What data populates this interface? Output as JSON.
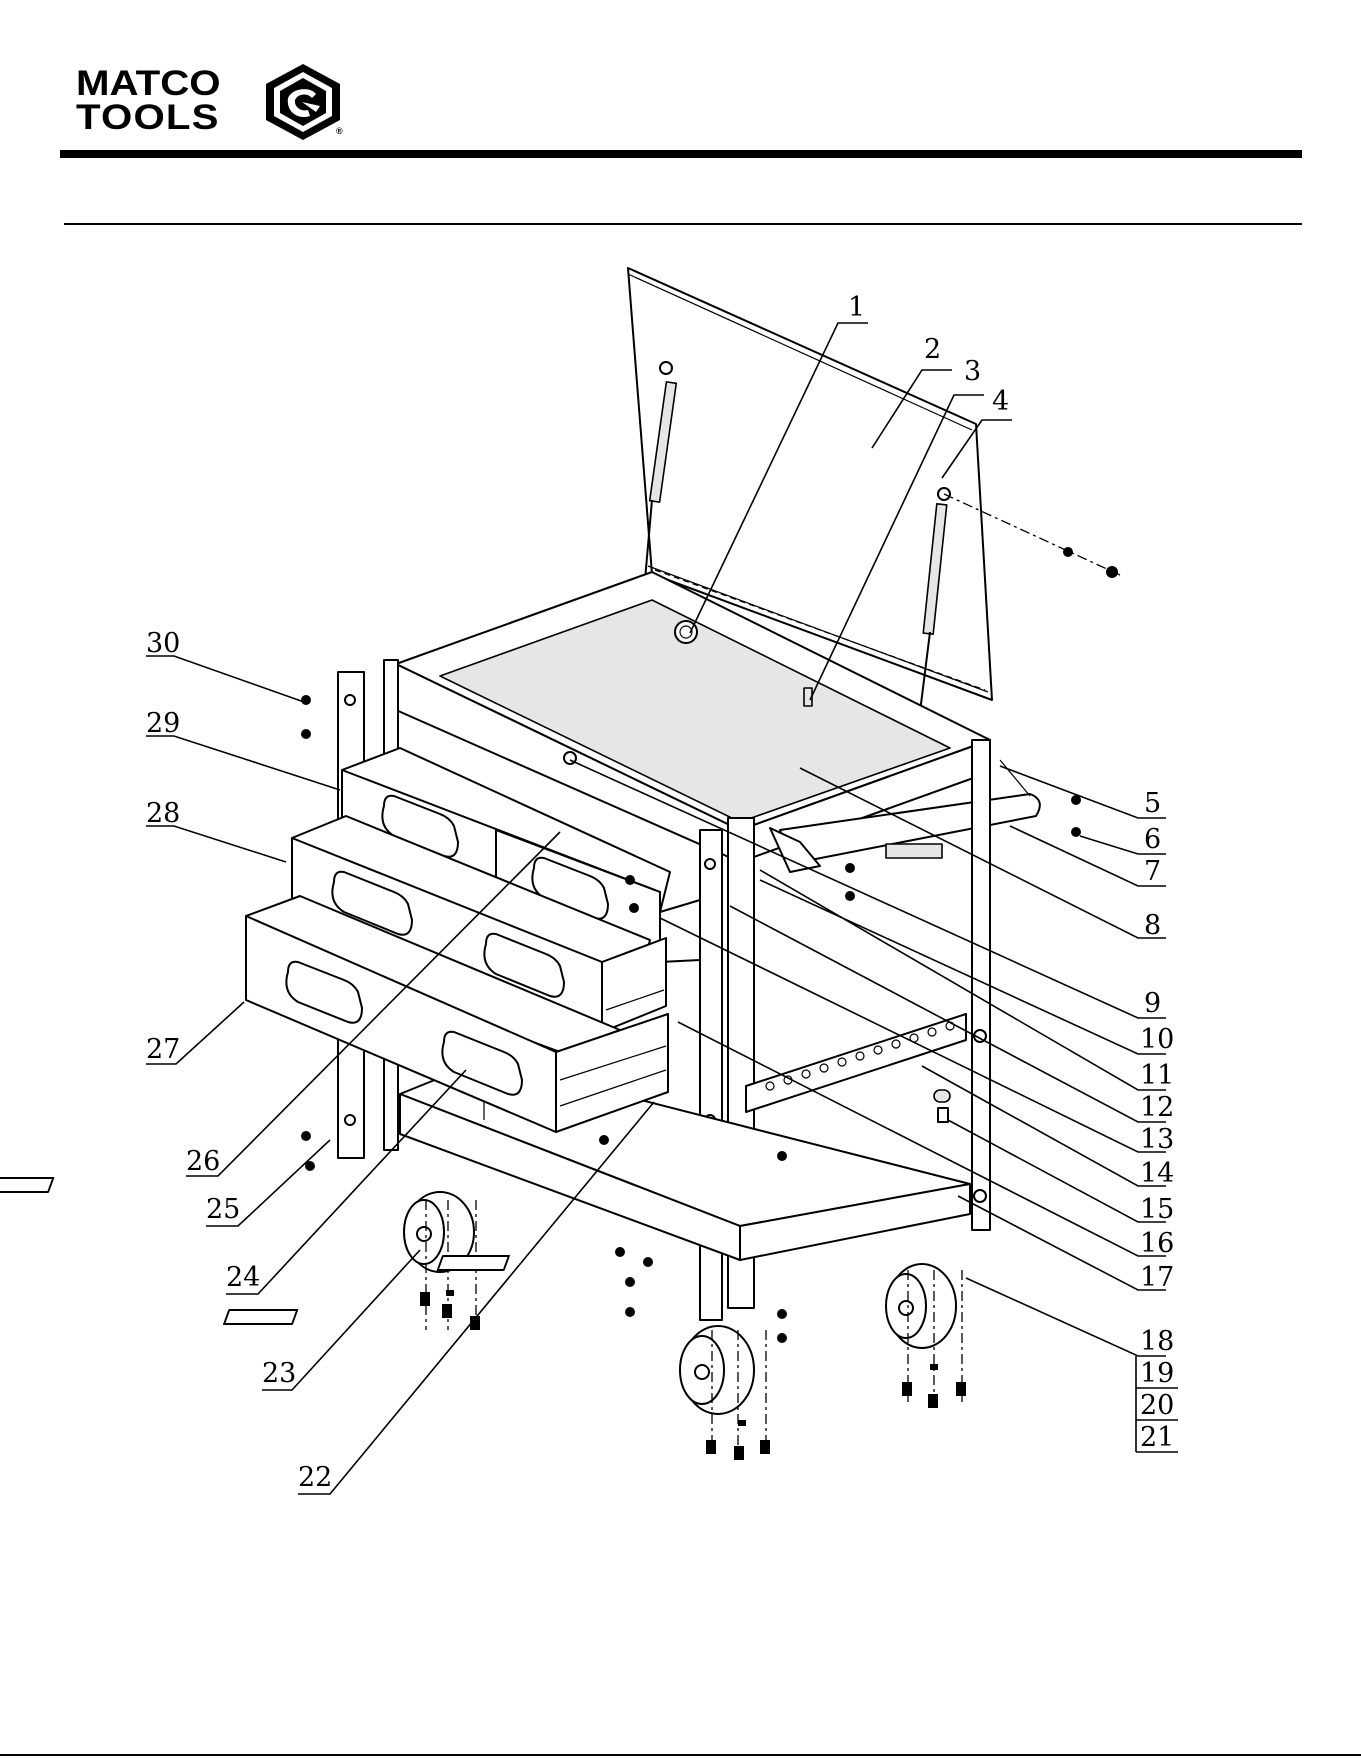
{
  "header": {
    "brand_line1": "MATCO",
    "brand_line2": "TOOLS",
    "brand_mark": "hex-socket-logo-icon",
    "registered": "®"
  },
  "diagram": {
    "callouts": [
      {
        "n": "1"
      },
      {
        "n": "2"
      },
      {
        "n": "3"
      },
      {
        "n": "4"
      },
      {
        "n": "5"
      },
      {
        "n": "6"
      },
      {
        "n": "7"
      },
      {
        "n": "8"
      },
      {
        "n": "9"
      },
      {
        "n": "10"
      },
      {
        "n": "11"
      },
      {
        "n": "12"
      },
      {
        "n": "13"
      },
      {
        "n": "14"
      },
      {
        "n": "15"
      },
      {
        "n": "16"
      },
      {
        "n": "17"
      },
      {
        "n": "18"
      },
      {
        "n": "19"
      },
      {
        "n": "20"
      },
      {
        "n": "21"
      },
      {
        "n": "22"
      },
      {
        "n": "23"
      },
      {
        "n": "24"
      },
      {
        "n": "25"
      },
      {
        "n": "26"
      },
      {
        "n": "27"
      },
      {
        "n": "28"
      },
      {
        "n": "29"
      },
      {
        "n": "30"
      }
    ]
  },
  "colors": {
    "ink": "#000000",
    "paper": "#ffffff"
  }
}
